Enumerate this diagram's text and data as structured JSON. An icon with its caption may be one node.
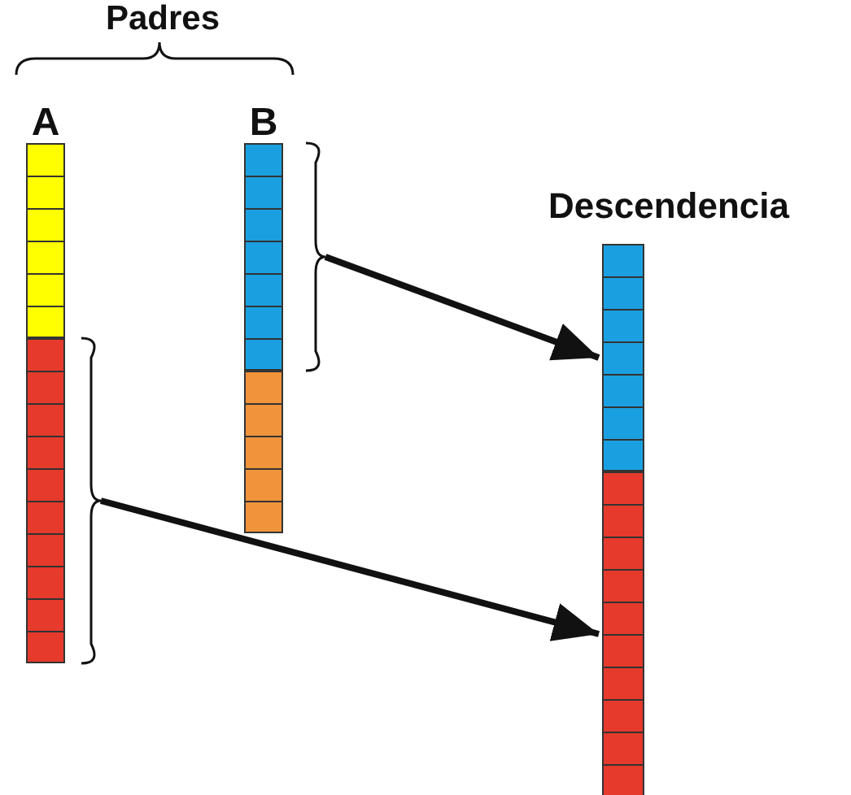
{
  "diagram": {
    "nodes": [
      {
        "text": [
          "A"
        ]
      },
      {
        "text": [],
        "shape": "bar",
        "in": 0
      },
      {
        "text": [],
        "shape": "bar",
        "in": 0
      },
      {
        "text": [
          "B"
        ]
      },
      {
        "text": [],
        "shape": "bar",
        "in": 3
      },
      {
        "text": [],
        "shape": "bar",
        "in": 3
      },
      {
        "text": [
          "Descendencia"
        ]
      },
      {
        "text": [],
        "shape": "bar",
        "in": 6
      },
      {
        "text": [],
        "shape": "bar",
        "in": 6
      }
    ],
    "edges": [
      {
        "from": 4,
        "to": 7,
        "arrow": "to"
      },
      {
        "from": 2,
        "to": 8,
        "arrow": "to"
      }
    ],
    "labels": [
      "Padres"
    ]
  }
}
